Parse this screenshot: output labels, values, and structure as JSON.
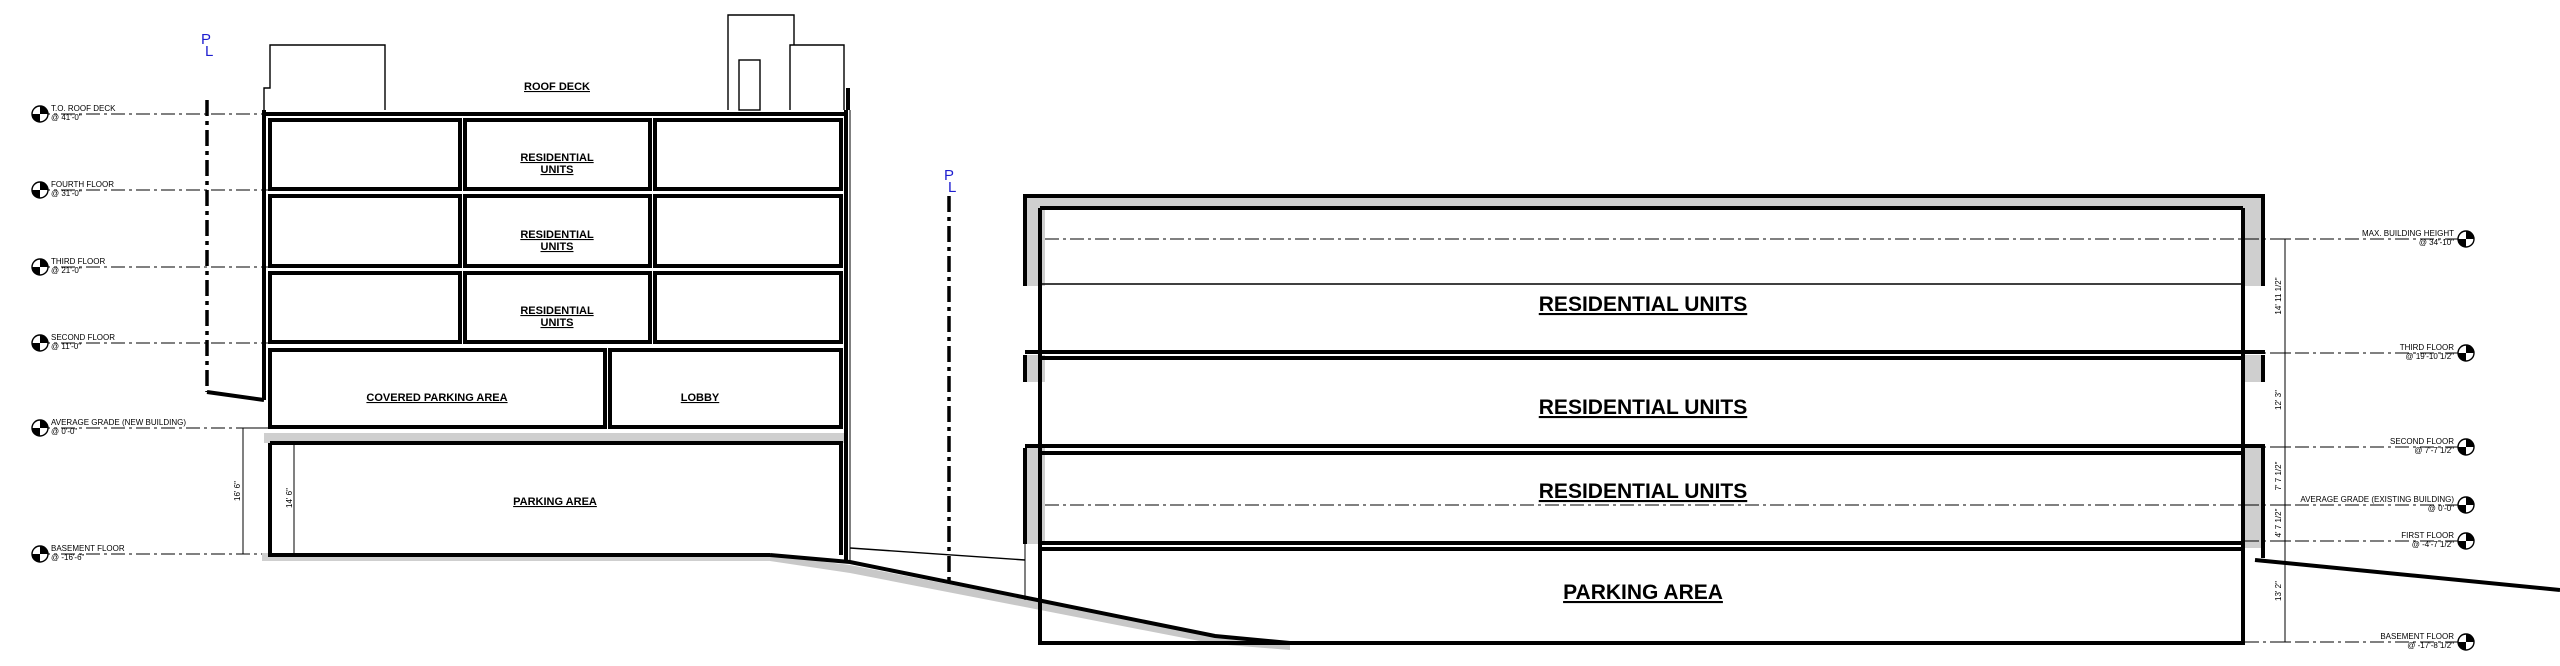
{
  "property_line_label": "P\nL",
  "left_section": {
    "rooms": {
      "roof_deck": "ROOF DECK",
      "residential_units": "RESIDENTIAL\nUNITS",
      "covered_parking": "COVERED PARKING AREA",
      "lobby": "LOBBY",
      "parking": "PARKING AREA"
    },
    "levels": [
      {
        "name": "T.O. ROOF DECK",
        "elev": "@ 41'-0\""
      },
      {
        "name": "FOURTH FLOOR",
        "elev": "@ 31'-0\""
      },
      {
        "name": "THIRD FLOOR",
        "elev": "@ 21'-0\""
      },
      {
        "name": "SECOND FLOOR",
        "elev": "@ 11'-0\""
      },
      {
        "name": "AVERAGE GRADE (NEW BUILDING)",
        "elev": "@ 0'-0\""
      },
      {
        "name": "BASEMENT FLOOR",
        "elev": "@ -16'-6\""
      }
    ],
    "dimensions": {
      "outer": "16' 6\"",
      "inner": "14' 6\""
    }
  },
  "right_section": {
    "rooms": {
      "residential_units": "RESIDENTIAL UNITS",
      "parking": "PARKING AREA"
    },
    "levels": [
      {
        "name": "MAX. BUILDING HEIGHT",
        "elev": "@ 34'-10\""
      },
      {
        "name": "THIRD FLOOR",
        "elev": "@ 19'-10 1/2\""
      },
      {
        "name": "SECOND FLOOR",
        "elev": "@ 7'-7 1/2\""
      },
      {
        "name": "AVERAGE GRADE (EXISTING BUILDING)",
        "elev": "@ 0'-0\""
      },
      {
        "name": "FIRST FLOOR",
        "elev": "@ -4'-7 1/2\""
      },
      {
        "name": "BASEMENT FLOOR",
        "elev": "@ -17'-8 1/2\""
      }
    ],
    "dimensions": [
      "14' 11 1/2\"",
      "12' 3\"",
      "7' 7 1/2\"",
      "4' 7 1/2\"",
      "13' 2\""
    ]
  }
}
